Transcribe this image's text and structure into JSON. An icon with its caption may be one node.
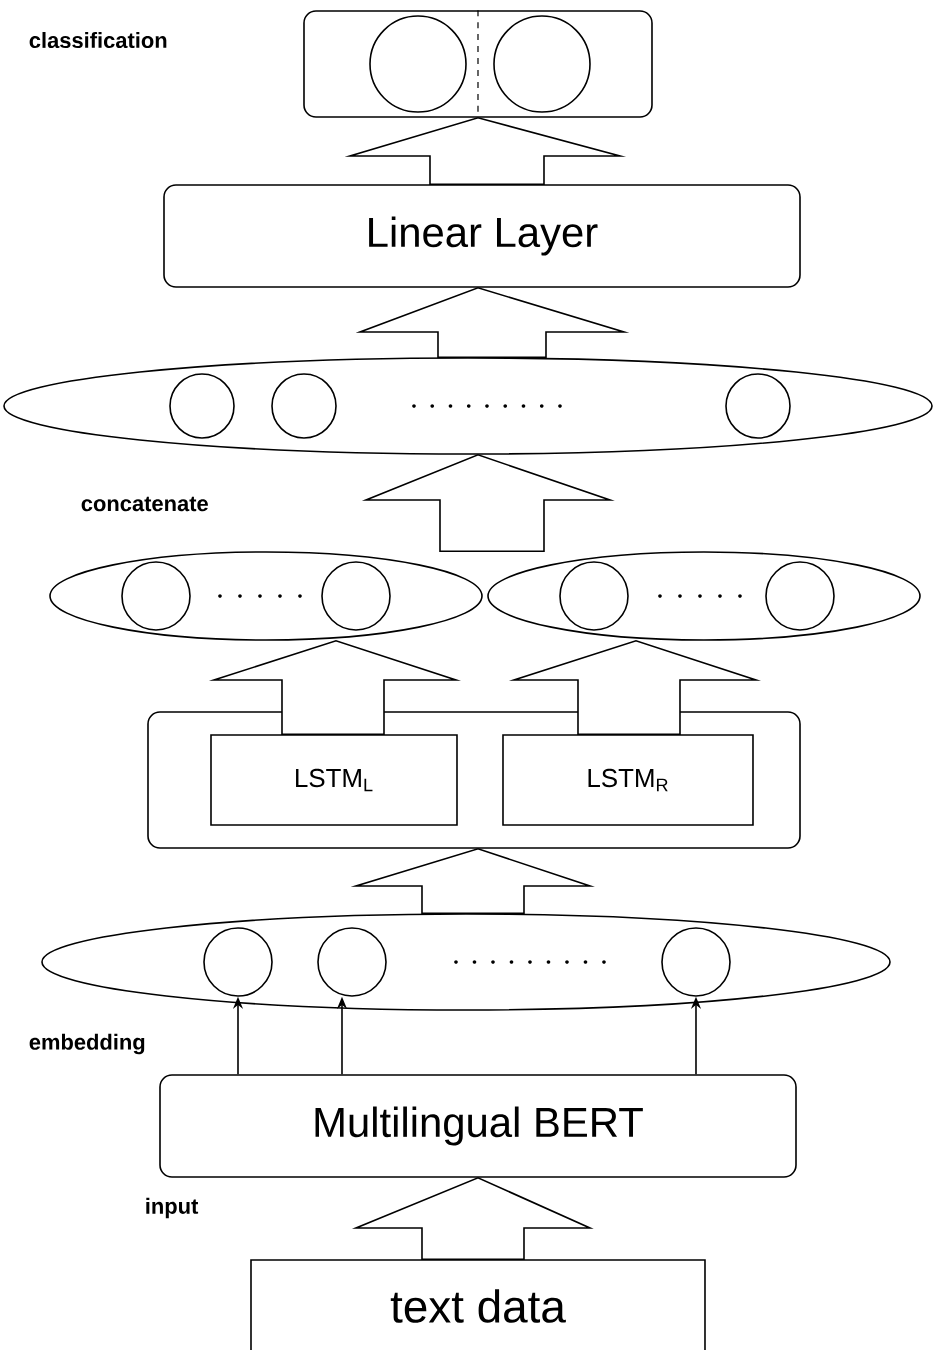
{
  "diagram": {
    "nodes": [
      {
        "text": [],
        "shape": "box"
      },
      {
        "text": [],
        "shape": "circle",
        "in": 0
      },
      {
        "text": [],
        "shape": "circle",
        "in": 0
      },
      {
        "text": [
          "Linear Layer"
        ]
      },
      {
        "text": [],
        "shape": "ellipse"
      },
      {
        "text": [],
        "shape": "circle",
        "in": 4
      },
      {
        "text": [],
        "shape": "circle",
        "in": 4
      },
      {
        "text": [],
        "shape": "circle",
        "in": 4
      },
      {
        "text": [],
        "shape": "ellipse"
      },
      {
        "text": [],
        "shape": "circle",
        "in": 8
      },
      {
        "text": [],
        "shape": "circle",
        "in": 8
      },
      {
        "text": [],
        "shape": "ellipse"
      },
      {
        "text": [],
        "shape": "circle",
        "in": 11
      },
      {
        "text": [],
        "shape": "circle",
        "in": 11
      },
      {
        "text": [],
        "shape": "box"
      },
      {
        "text": [
          "LSTM$_{L}$"
        ],
        "in": 14
      },
      {
        "text": [
          "LSTM$_{R}$"
        ],
        "in": 14
      },
      {
        "text": [],
        "shape": "ellipse"
      },
      {
        "text": [],
        "shape": "circle",
        "in": 17
      },
      {
        "text": [],
        "shape": "circle",
        "in": 17
      },
      {
        "text": [],
        "shape": "circle",
        "in": 17
      },
      {
        "text": [
          "Multilingual BERT"
        ]
      },
      {
        "text": [
          "text data"
        ]
      }
    ],
    "edges": [
      {
        "from": 22,
        "to": 21,
        "arrow": "to"
      },
      {
        "from": 21,
        "to": 18,
        "arrow": "to"
      },
      {
        "from": 21,
        "to": 19,
        "arrow": "to"
      },
      {
        "from": 21,
        "to": 20,
        "arrow": "to"
      },
      {
        "from": 17,
        "to": 14,
        "arrow": "to"
      },
      {
        "from": 15,
        "to": 8,
        "arrow": "to"
      },
      {
        "from": 16,
        "to": 11,
        "arrow": "to"
      },
      {
        "from": 8,
        "to": 4,
        "arrow": "to"
      },
      {
        "from": 11,
        "to": 4,
        "arrow": "to"
      },
      {
        "from": 4,
        "to": 3,
        "arrow": "to"
      },
      {
        "from": 3,
        "to": 0,
        "arrow": "to"
      }
    ],
    "labels": [
      "classification",
      "concatenate",
      "embedding",
      "input"
    ]
  }
}
